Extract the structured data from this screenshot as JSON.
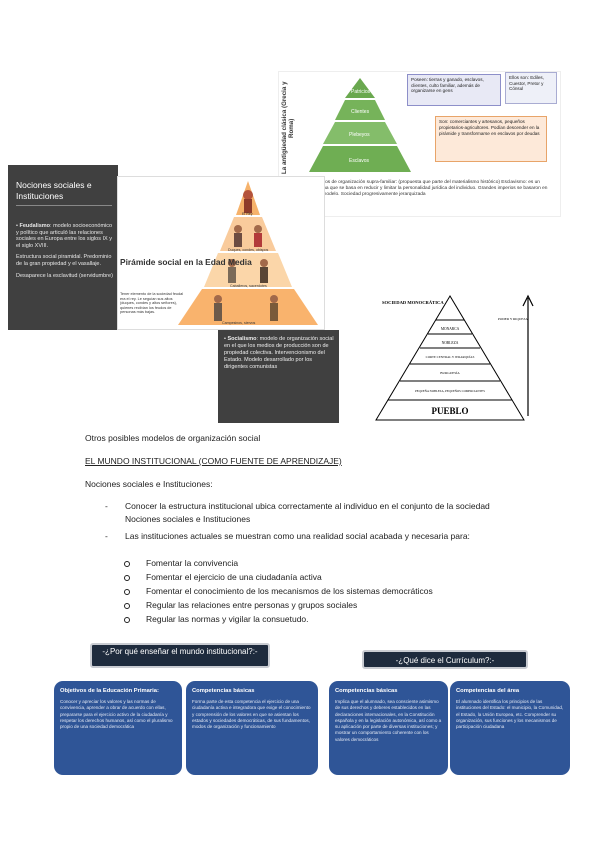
{
  "greece": {
    "vertical_title": "La antigüedad clásica (Grecia y Roma)",
    "levels": [
      "Patricios",
      "Clientes",
      "Plebeyos",
      "Esclavos"
    ],
    "box_poseen": "Poseen: tierras y ganado, esclavos, clientes, culto familiar, además de organizarse en gens",
    "box_ellos": "Ellos son: Ediles, Cuestor, Pretor y Cónsul",
    "box_son": "Son: comerciantes y artesanos, pequeños propietarios-agricultores. Podían descender en la pirámide y transformarse en esclavos por deudas",
    "footer": "Modelos de organización supra-familiar: (propuesta que parte del materialismo histórico) Esclavismo: es un sistema que se basa en reducir y limitar la personalidad jurídica del individuo. Grandes imperios se basaron en este modelo. Sociedad progresivamente jerarquizada"
  },
  "grey_slide": {
    "title": "Nociones sociales e Instituciones",
    "feudalismo_label": "Feudalismo",
    "feudalismo_text": ": modelo socioeconómico y político que articuló las relaciones sociales en Europa entre los siglos IX y el siglo XVIII.",
    "estructura": "Estructura social piramidal. Predominio de la gran propiedad y el vasallaje.",
    "desaparece": "Desaparece la esclavitud (servidumbre)"
  },
  "feudal": {
    "title": "Pirámide social en la Edad Media",
    "text": "Tener elemento de la sociedad feudal era el rey. Le seguían sus altos (duques, condes y altos señores), quienes recibían los feudos de personas más bajas.",
    "level_labels": [
      "El Rey",
      "Duques, condes, obispos",
      "Caballeros, sacerdotes",
      "Campesinos, siervos"
    ]
  },
  "dark_slide": {
    "label": "Socialismo",
    "text": ": modelo de organización social en el que los medios de producción son de propiedad colectiva. Intervencionismo del Estado. Modelo desarrollado por los dirigentes comunistas"
  },
  "monarchy": {
    "title": "SOCIEDAD MONOCRÁTICA",
    "levels": [
      "MONARCA",
      "NOBLEZA",
      "CORTE CENTRAL Y JERARQUÍAS",
      "BURGUESÍA",
      "PEQUEÑA NOBLEZA, PEQUEÑOS COMERCIANTES",
      "PUEBLO"
    ],
    "arrow_label": "PODER Y RIQUEZA"
  },
  "text": {
    "otros": "Otros posibles modelos de organización social",
    "heading": "EL MUNDO INSTITUCIONAL (COMO FUENTE DE APRENDIZAJE)",
    "nociones": "Nociones sociales e Instituciones:",
    "bullets": [
      "Conocer la estructura institucional ubica correctamente al individuo en el conjunto de la sociedad Nociones sociales e Instituciones",
      "Las instituciones actuales se muestran como una realidad social acabada y necesaria para:"
    ],
    "subbullets": [
      "Fomentar la convivencia",
      "Fomentar el ejercicio de una ciudadanía activa",
      "Fomentar el conocimiento de los mecanismos de los sistemas democráticos",
      "Regular las relaciones entre personas y grupos sociales",
      "Regular las normas y vigilar la consuetudo."
    ]
  },
  "bottom": {
    "banner_left": "-¿Por qué enseñar el mundo institucional?:-",
    "banner_right": "-¿Qué dice el Currículum?:-",
    "cards": [
      {
        "head": "Objetivos de la Educación Primaria:",
        "body": "Conocer y apreciar los valores y las normas de convivencia, aprender a obrar de acuerdo con ellas, prepararse para el ejercicio activo de la ciudadanía y respetar los derechos humanos, así como el pluralismo propio de una sociedad democrática"
      },
      {
        "head": "Competencias básicas",
        "body": "Forma parte de esta competencia el ejercicio de una ciudadanía activa e integradora que exige el conocimiento y comprensión de los valores en que se asientan los estados y sociedades democráticas, de sus fundamentos, modos de organización y funcionamiento"
      },
      {
        "head": "Competencias básicas",
        "body": "Implica que el alumnado, sea consciente asimismo de sus derechos y deberes establecidos en las declaraciones internacionales, en la Constitución española y en la legislación autonómica, así como a su aplicación por parte de diversas instituciones; y mostrar un comportamiento coherente con los valores democráticos"
      },
      {
        "head": "Competencias del área",
        "body": "El alumnado identifica los principios de las instituciones del Estado: el municipio, la Comunidad, el Estado, la Unión Europea, etc. Comprender su organización, sus funciones y los mecanismos de participación ciudadana"
      }
    ]
  }
}
